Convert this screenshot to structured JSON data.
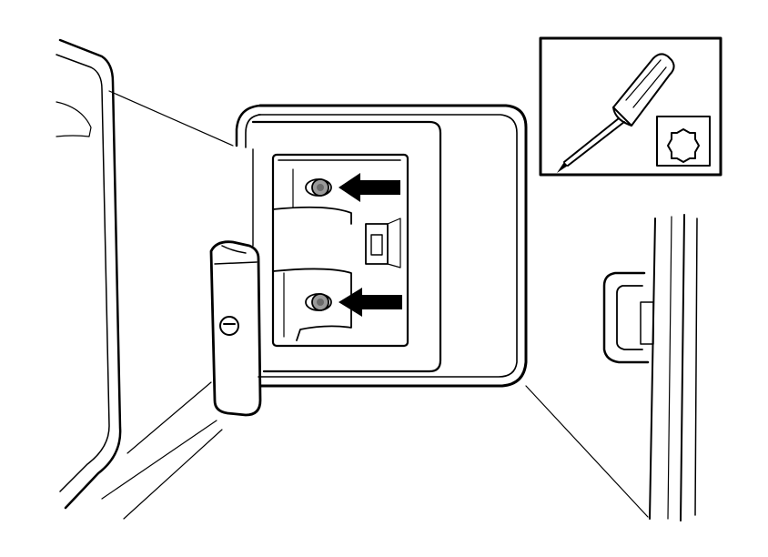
{
  "figure": {
    "type": "line-drawing",
    "subject": "access-panel-with-two-torx-screws",
    "arrow_count": 2,
    "inset_tool": "screwdriver-icon",
    "inset_bit": "torx-bit-icon"
  },
  "colors": {
    "ink": "#000000",
    "paper": "#ffffff",
    "screw_fill": "#9a9a9a",
    "hatch": "#d9d9d9"
  }
}
